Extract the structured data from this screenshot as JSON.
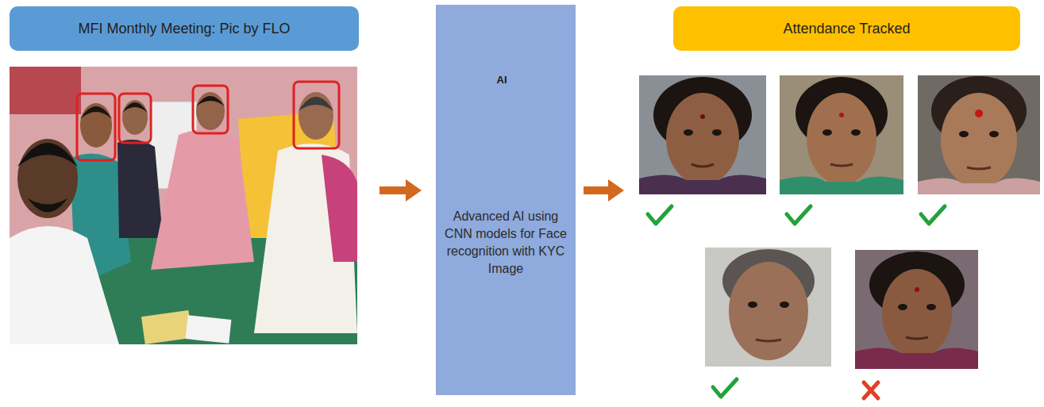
{
  "diagram": {
    "nodes": [
      {
        "text": [
          "MFI Monthly Meeting: Pic by FLO"
        ]
      },
      {
        "text": [
          "Advanced AI using CNN models for Face recognition with KYC Image"
        ]
      },
      {
        "text": [
          "Attendance Tracked"
        ]
      }
    ],
    "edges": [
      {
        "from": 0,
        "to": 1,
        "arrow": "to"
      },
      {
        "from": 1,
        "to": 2,
        "arrow": "to"
      }
    ],
    "labels": [
      "AI"
    ]
  }
}
